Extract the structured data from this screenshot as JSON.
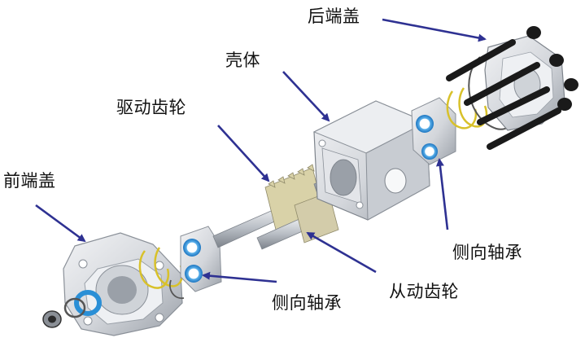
{
  "labels": {
    "rear_end_cover": "后端盖",
    "housing": "壳体",
    "drive_gear": "驱动齿轮",
    "front_end_cover": "前端盖",
    "side_bearing_right": "侧向轴承",
    "side_bearing_lower": "侧向轴承",
    "driven_gear": "从动齿轮"
  },
  "colors": {
    "arrow": "#2e3192",
    "metal_light": "#e4e6ea",
    "metal_mid": "#c2c6cc",
    "metal_dark": "#7e848c",
    "seal_blue": "#2a8fd6",
    "spring_yellow": "#d8c12a",
    "bolt_black": "#1a1a1a"
  }
}
